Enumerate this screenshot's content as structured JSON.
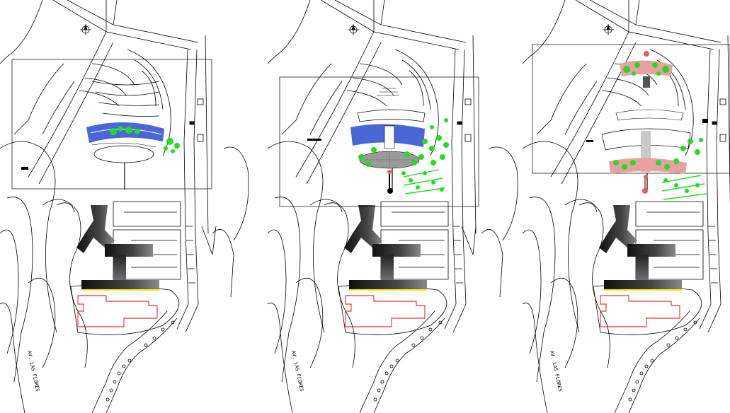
{
  "drawing": {
    "panels": [
      {
        "id": "panel-1",
        "street_label": "AV. LAS FLORES",
        "note": ""
      },
      {
        "id": "panel-2",
        "street_label": "AV. LAS FLORES",
        "note": ""
      },
      {
        "id": "panel-3",
        "street_label": "AV. LAS FLORES",
        "note": ""
      }
    ],
    "colors": {
      "linework": "#000000",
      "vegetation": "#22dd22",
      "existing_building": "#dd0000",
      "paving": "#e8a0a0",
      "plaza": "#d9d9d9",
      "building_mass": "#2a2a2a",
      "highlight": "#ffee00",
      "site_blue": "#2244cc"
    },
    "icons": [
      "north-arrow-icon"
    ]
  }
}
